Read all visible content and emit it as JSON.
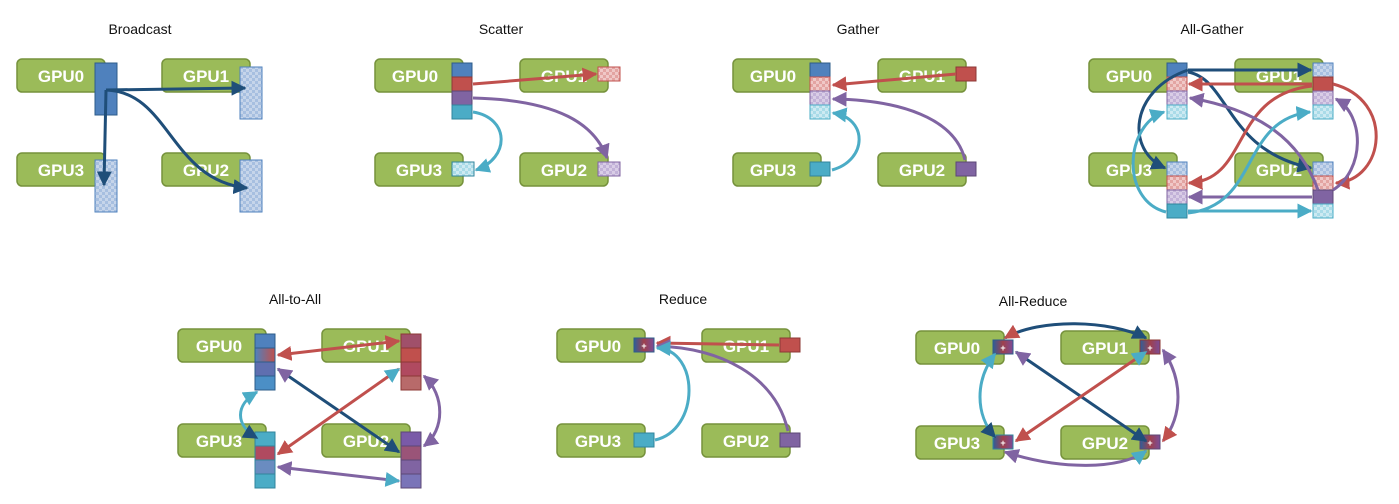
{
  "colors": {
    "gpu_fill": "#9bbb59",
    "gpu_stroke": "#76923c",
    "blue": "#4f81bd",
    "blue_dark": "#1f4e79",
    "red": "#c0504d",
    "purple": "#8064a2",
    "cyan": "#4bacc6"
  },
  "panels": [
    {
      "id": "broadcast",
      "title": "Broadcast",
      "gpus": [
        "GPU0",
        "GPU1",
        "GPU3",
        "GPU2"
      ]
    },
    {
      "id": "scatter",
      "title": "Scatter",
      "gpus": [
        "GPU0",
        "GPU1",
        "GPU3",
        "GPU2"
      ]
    },
    {
      "id": "gather",
      "title": "Gather",
      "gpus": [
        "GPU0",
        "GPU1",
        "GPU3",
        "GPU2"
      ]
    },
    {
      "id": "allgather",
      "title": "All-Gather",
      "gpus": [
        "GPU0",
        "GPU1",
        "GPU3",
        "GPU2"
      ]
    },
    {
      "id": "alltoall",
      "title": "All-to-All",
      "gpus": [
        "GPU0",
        "GPU1",
        "GPU3",
        "GPU2"
      ]
    },
    {
      "id": "reduce",
      "title": "Reduce",
      "gpus": [
        "GPU0",
        "GPU1",
        "GPU3",
        "GPU2"
      ]
    },
    {
      "id": "allreduce",
      "title": "All-Reduce",
      "gpus": [
        "GPU0",
        "GPU1",
        "GPU3",
        "GPU2"
      ]
    }
  ],
  "reduce_symbol": "+"
}
